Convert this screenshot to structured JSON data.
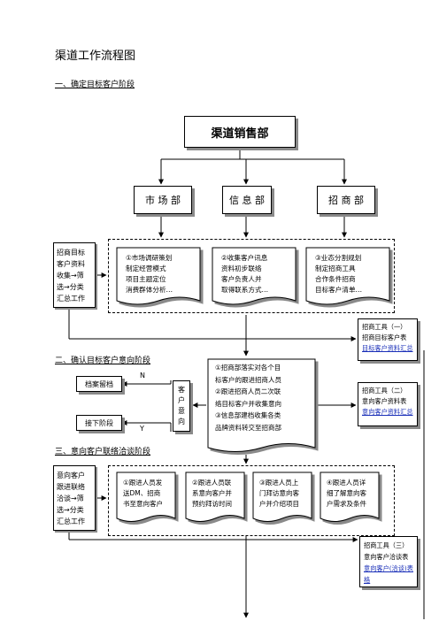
{
  "page": {
    "title": "渠道工作流程图",
    "stage1": "一、确定目标客户阶段",
    "stage2": "二、确认目标客户意向阶段",
    "stage3": "三、意向客户联络洽谈阶段"
  },
  "org": {
    "head": "渠道销售部",
    "departments": [
      "市 场 部",
      "信 息 部",
      "招 商 部"
    ]
  },
  "stage1": {
    "side": "招商目标\n客户资料\n收集→筛\n选→分类\n汇总工作",
    "cards": [
      "①市场调研策划\n制定经营模式\n项目主题定位\n消费群体分析…",
      "②收集客户讯息\n资料初步联络\n客户负责人并\n取得联系方式…",
      "③业态分割规划\n制定招商工具\n合作条件招商\n目标客户清单…"
    ],
    "tool": {
      "line1": "招商工具（一）",
      "line2": "招商目标客户表",
      "link": "目标客户资料汇总"
    }
  },
  "stage2": {
    "main": "①招商部落实对各个目\n标客户的跟进招商人员\n②跟进招商人员二次联\n络目标客户并收集意向\n③信息部建档收集各类\n品牌资料转交至招商部",
    "decision": "客\n户\n意\n向",
    "no": "N",
    "yes": "Y",
    "archive": "档案留档",
    "next": "接下阶段",
    "tool": {
      "line1": "招商工具（二）",
      "line2": "意向客户资料表",
      "link": "意向客户资料汇总"
    }
  },
  "stage3": {
    "side": "意向客户\n跟进联络\n洽谈→筛\n选→分类\n汇总工作",
    "cards": [
      "①跟进人员发\n送DM、招商\n书至意向客户",
      "②跟进人员联\n系意向客户并\n预约拜访时间",
      "③跟进人员上\n门拜访意向客\n户并介绍项目",
      "④跟进人员详\n细了解意向客\n户需求及条件"
    ],
    "tool": {
      "line1": "招商工具（三）",
      "line2": "意向客户洽谈表",
      "link": "意向客户(洽谈)表格"
    }
  }
}
